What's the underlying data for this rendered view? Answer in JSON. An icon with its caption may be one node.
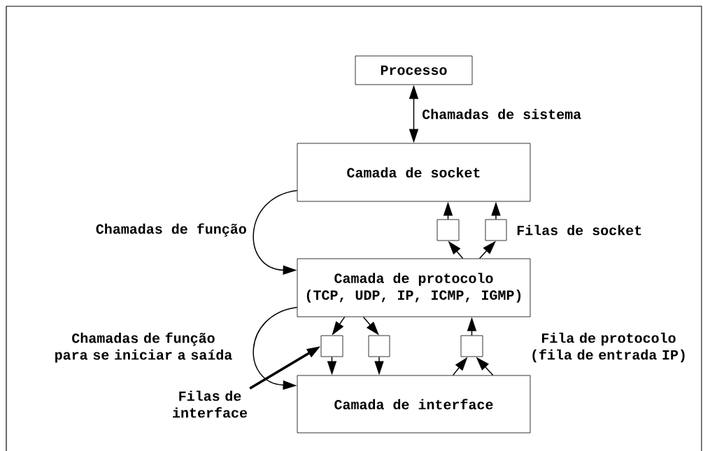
{
  "diagram": {
    "nodes": [
      {
        "text": [
          "Processo"
        ]
      },
      {
        "text": [
          "Camada de socket"
        ]
      },
      {
        "text": [
          "Camada de protocolo",
          "(TCP, UDP, IP, ICMP, IGMP)"
        ]
      },
      {
        "text": [
          "Camada de interface"
        ]
      },
      {
        "text": [],
        "shape": "box"
      },
      {
        "text": [],
        "shape": "box"
      },
      {
        "text": [],
        "shape": "box"
      },
      {
        "text": [],
        "shape": "box"
      },
      {
        "text": [],
        "shape": "box"
      },
      {
        "text": [
          "Filas de interface"
        ]
      }
    ],
    "edges": [
      {
        "from": 1,
        "to": 0,
        "arrow": "both",
        "label": "Chamadas de sistema"
      },
      {
        "from": 1,
        "to": 2,
        "arrow": "to",
        "label": "Chamadas de função"
      },
      {
        "from": 2,
        "to": 3,
        "arrow": "to",
        "label": "Chamadas de função para se iniciar a saída"
      },
      {
        "from": 2,
        "to": 4,
        "arrow": "to"
      },
      {
        "from": 2,
        "to": 5,
        "arrow": "to"
      },
      {
        "from": 4,
        "to": 1,
        "arrow": "to"
      },
      {
        "from": 5,
        "to": 1,
        "arrow": "to"
      },
      {
        "from": 2,
        "to": 6,
        "arrow": "to"
      },
      {
        "from": 2,
        "to": 7,
        "arrow": "to"
      },
      {
        "from": 6,
        "to": 3,
        "arrow": "to"
      },
      {
        "from": 7,
        "to": 3,
        "arrow": "to"
      },
      {
        "from": 3,
        "to": 8,
        "arrow": "to"
      },
      {
        "from": 3,
        "to": 8,
        "arrow": "to"
      },
      {
        "from": 8,
        "to": 2,
        "arrow": "to"
      },
      {
        "from": 9,
        "to": 6,
        "arrow": "to",
        "style": "thick"
      }
    ],
    "labels": [
      "Filas de socket",
      "Fila de protocolo (fila de entrada IP)"
    ]
  }
}
